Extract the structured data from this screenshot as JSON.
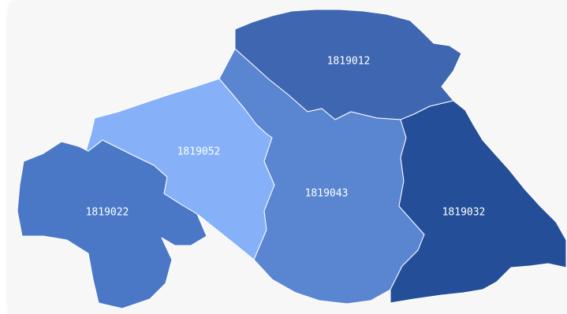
{
  "map": {
    "regions": [
      {
        "id": "r12",
        "label": "1819012",
        "color": "#3f67b1"
      },
      {
        "id": "r52",
        "label": "1819052",
        "color": "#86b1f9"
      },
      {
        "id": "r22",
        "label": "1819022",
        "color": "#4a78c7"
      },
      {
        "id": "r43",
        "label": "1819043",
        "color": "#5a85d0"
      },
      {
        "id": "r32",
        "label": "1819032",
        "color": "#244f98"
      }
    ]
  }
}
